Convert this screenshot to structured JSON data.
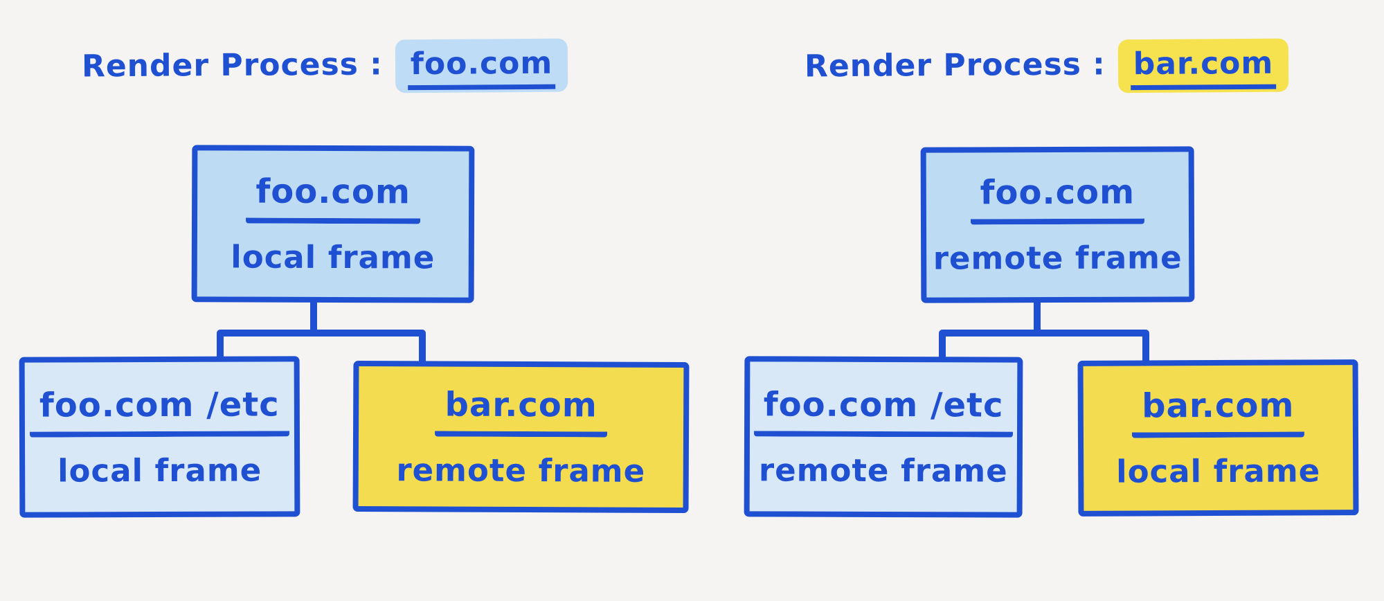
{
  "colors": {
    "background": "#f5f4f2",
    "ink": "#1e50d1",
    "blue_fill": "#bddbf3",
    "blue_fill_light": "#d8e8f7",
    "yellow_fill": "#f4dc51",
    "blue_highlight": "#bedcf5",
    "yellow_highlight": "#f6e14e"
  },
  "trees": [
    {
      "title_prefix": "Render Process :",
      "title_domain": "foo.com",
      "root": {
        "domain": "foo.com",
        "frame_type": "local frame"
      },
      "children": [
        {
          "domain": "foo.com /etc",
          "frame_type": "local frame"
        },
        {
          "domain": "bar.com",
          "frame_type": "remote frame"
        }
      ]
    },
    {
      "title_prefix": "Render Process :",
      "title_domain": "bar.com",
      "root": {
        "domain": "foo.com",
        "frame_type": "remote frame"
      },
      "children": [
        {
          "domain": "foo.com /etc",
          "frame_type": "remote frame"
        },
        {
          "domain": "bar.com",
          "frame_type": "local frame"
        }
      ]
    }
  ]
}
